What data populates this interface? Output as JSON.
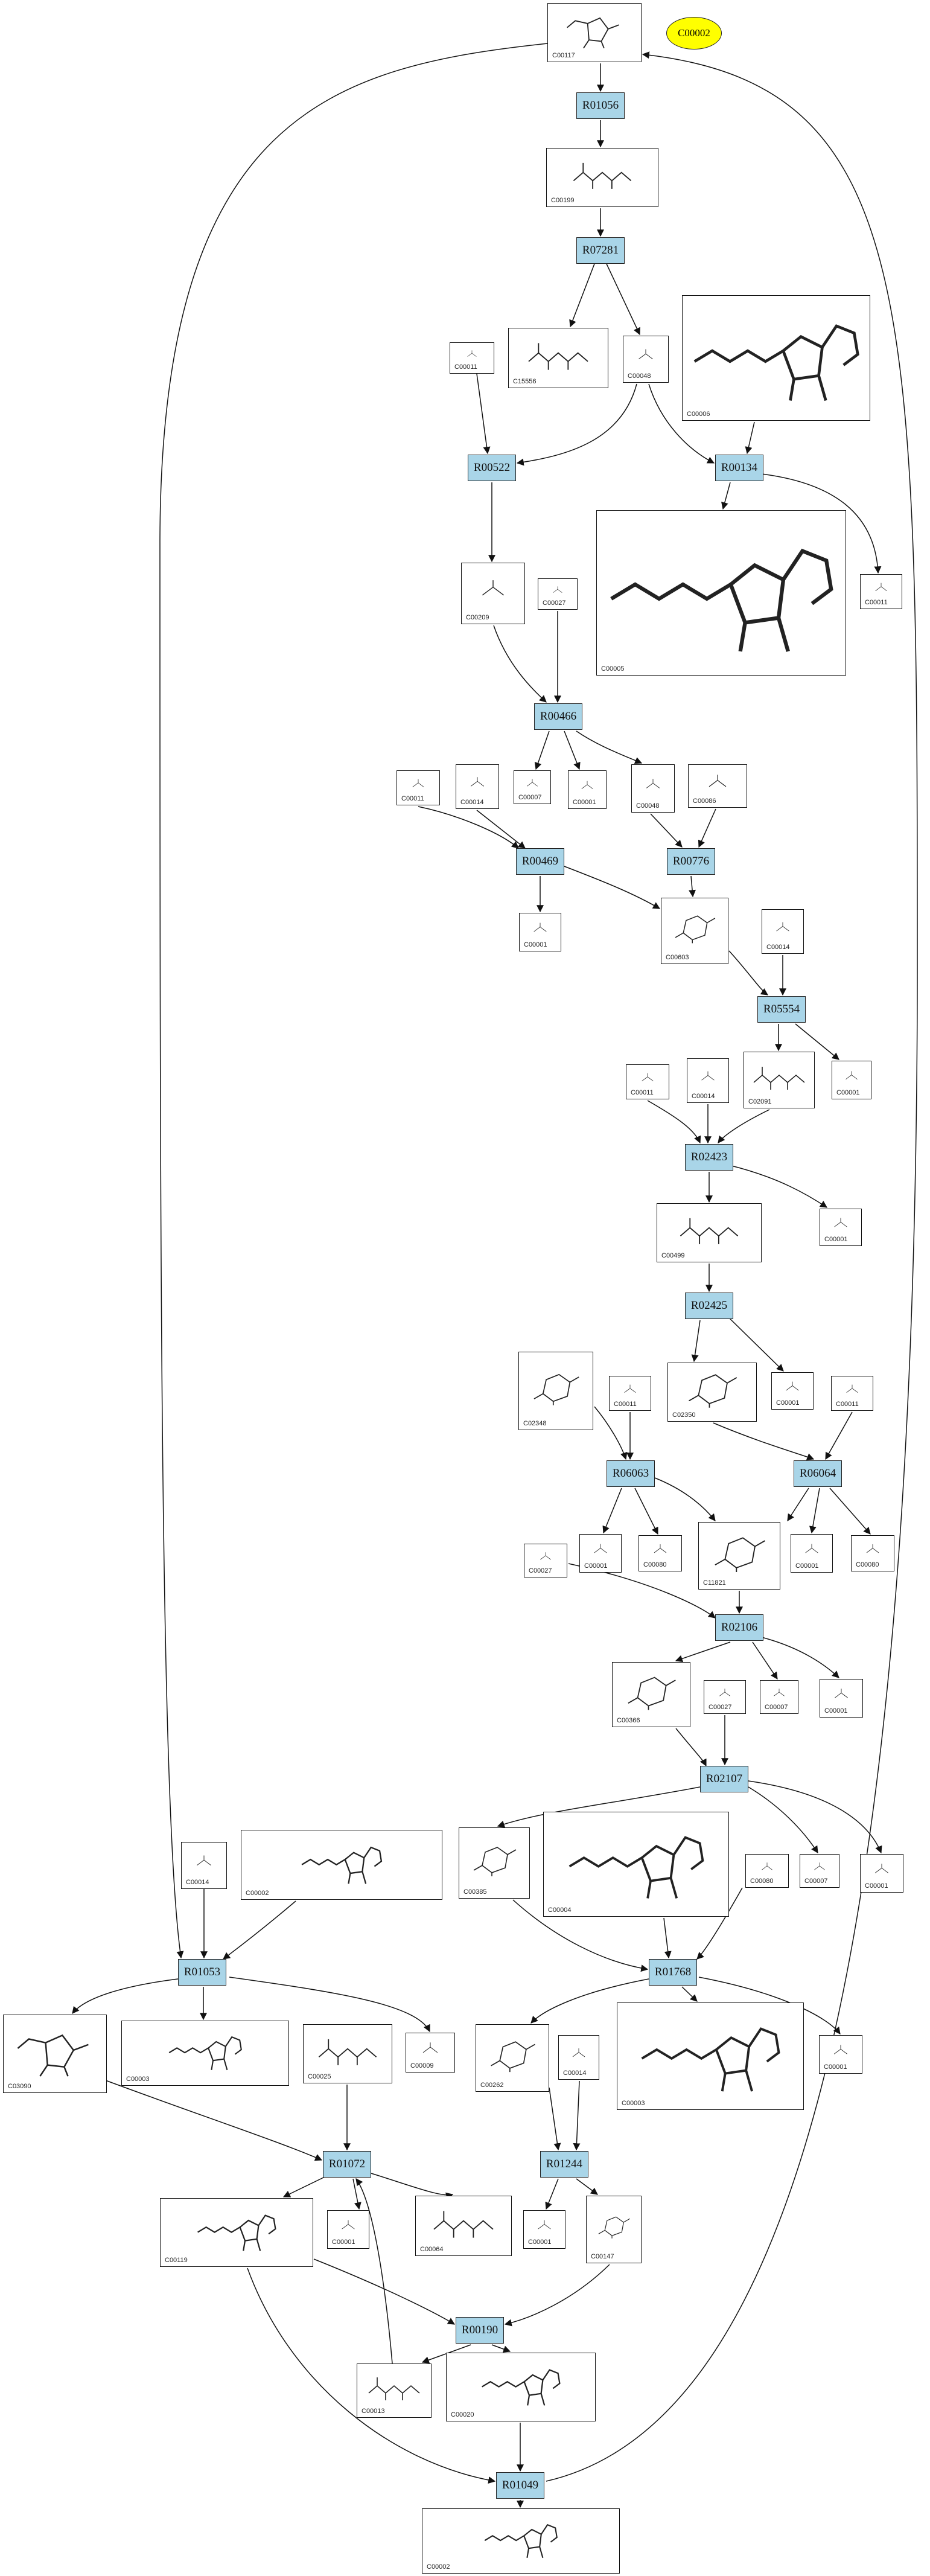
{
  "start_node": {
    "label": "C00002",
    "color": "#ffff00"
  },
  "reaction_color": "#a9d5e8",
  "reactions": [
    {
      "id": "r01056",
      "label": "R01056"
    },
    {
      "id": "r07281",
      "label": "R07281"
    },
    {
      "id": "r00522",
      "label": "R00522"
    },
    {
      "id": "r00134",
      "label": "R00134"
    },
    {
      "id": "r00466",
      "label": "R00466"
    },
    {
      "id": "r00469",
      "label": "R00469"
    },
    {
      "id": "r00776",
      "label": "R00776"
    },
    {
      "id": "r05554",
      "label": "R05554"
    },
    {
      "id": "r02423",
      "label": "R02423"
    },
    {
      "id": "r02425",
      "label": "R02425"
    },
    {
      "id": "r06063",
      "label": "R06063"
    },
    {
      "id": "r06064",
      "label": "R06064"
    },
    {
      "id": "r02106",
      "label": "R02106"
    },
    {
      "id": "r02107",
      "label": "R02107"
    },
    {
      "id": "r01053",
      "label": "R01053"
    },
    {
      "id": "r01768",
      "label": "R01768"
    },
    {
      "id": "r01072",
      "label": "R01072"
    },
    {
      "id": "r01244",
      "label": "R01244"
    },
    {
      "id": "r00190",
      "label": "R00190"
    },
    {
      "id": "r01049",
      "label": "R01049"
    }
  ],
  "compounds": [
    {
      "id": "c00117a",
      "label": "C00117",
      "type": "sugar"
    },
    {
      "id": "c00199",
      "label": "C00199",
      "type": "chain"
    },
    {
      "id": "c15556",
      "label": "C15556",
      "type": "chain"
    },
    {
      "id": "c00048a",
      "label": "C00048",
      "type": "small"
    },
    {
      "id": "c00011a",
      "label": "C00011",
      "type": "small"
    },
    {
      "id": "c00006",
      "label": "C00006",
      "type": "nucleotide"
    },
    {
      "id": "c00005",
      "label": "C00005",
      "type": "nucleotide"
    },
    {
      "id": "c00011b",
      "label": "C00011",
      "type": "small"
    },
    {
      "id": "c00209",
      "label": "C00209",
      "type": "small"
    },
    {
      "id": "c00027a",
      "label": "C00027",
      "type": "small"
    },
    {
      "id": "c00007a",
      "label": "C00007",
      "type": "small"
    },
    {
      "id": "c00001a",
      "label": "C00001",
      "type": "small"
    },
    {
      "id": "c00048b",
      "label": "C00048",
      "type": "small"
    },
    {
      "id": "c00011c",
      "label": "C00011",
      "type": "small"
    },
    {
      "id": "c00014a",
      "label": "C00014",
      "type": "small"
    },
    {
      "id": "c00086",
      "label": "C00086",
      "type": "small"
    },
    {
      "id": "c00001b",
      "label": "C00001",
      "type": "small"
    },
    {
      "id": "c00603",
      "label": "C00603",
      "type": "ring"
    },
    {
      "id": "c00014b",
      "label": "C00014",
      "type": "small"
    },
    {
      "id": "c00001c",
      "label": "C00001",
      "type": "small"
    },
    {
      "id": "c02091",
      "label": "C02091",
      "type": "chain"
    },
    {
      "id": "c00011d",
      "label": "C00011",
      "type": "small"
    },
    {
      "id": "c00014c",
      "label": "C00014",
      "type": "small"
    },
    {
      "id": "c00001d",
      "label": "C00001",
      "type": "small"
    },
    {
      "id": "c00499",
      "label": "C00499",
      "type": "chain"
    },
    {
      "id": "c02348",
      "label": "C02348",
      "type": "ring"
    },
    {
      "id": "c00011e",
      "label": "C00011",
      "type": "small"
    },
    {
      "id": "c02350",
      "label": "C02350",
      "type": "ring"
    },
    {
      "id": "c00001e",
      "label": "C00001",
      "type": "small"
    },
    {
      "id": "c00011f",
      "label": "C00011",
      "type": "small"
    },
    {
      "id": "c00001f",
      "label": "C00001",
      "type": "small"
    },
    {
      "id": "c00080a",
      "label": "C00080",
      "type": "small"
    },
    {
      "id": "c11821",
      "label": "C11821",
      "type": "ring"
    },
    {
      "id": "c00001g",
      "label": "C00001",
      "type": "small"
    },
    {
      "id": "c00080b",
      "label": "C00080",
      "type": "small"
    },
    {
      "id": "c00027b",
      "label": "C00027",
      "type": "small"
    },
    {
      "id": "c00366",
      "label": "C00366",
      "type": "ring"
    },
    {
      "id": "c00027c",
      "label": "C00027",
      "type": "small"
    },
    {
      "id": "c00007b",
      "label": "C00007",
      "type": "small"
    },
    {
      "id": "c00001h",
      "label": "C00001",
      "type": "small"
    },
    {
      "id": "c00014d",
      "label": "C00014",
      "type": "small"
    },
    {
      "id": "c00002a",
      "label": "C00002",
      "type": "nucleotide"
    },
    {
      "id": "c00385",
      "label": "C00385",
      "type": "ring"
    },
    {
      "id": "c00004",
      "label": "C00004",
      "type": "nucleotide"
    },
    {
      "id": "c00080c",
      "label": "C00080",
      "type": "small"
    },
    {
      "id": "c00007c",
      "label": "C00007",
      "type": "small"
    },
    {
      "id": "c00001i",
      "label": "C00001",
      "type": "small"
    },
    {
      "id": "c03090",
      "label": "C03090",
      "type": "sugar"
    },
    {
      "id": "c00003a",
      "label": "C00003",
      "type": "nucleotide"
    },
    {
      "id": "c00025",
      "label": "C00025",
      "type": "chain"
    },
    {
      "id": "c00009",
      "label": "C00009",
      "type": "small"
    },
    {
      "id": "c00262",
      "label": "C00262",
      "type": "ring"
    },
    {
      "id": "c00003b",
      "label": "C00003",
      "type": "nucleotide"
    },
    {
      "id": "c00001j",
      "label": "C00001",
      "type": "small"
    },
    {
      "id": "c00014e",
      "label": "C00014",
      "type": "small"
    },
    {
      "id": "c00119",
      "label": "C00119",
      "type": "nucleotide"
    },
    {
      "id": "c00001k",
      "label": "C00001",
      "type": "small"
    },
    {
      "id": "c00064",
      "label": "C00064",
      "type": "chain"
    },
    {
      "id": "c00001l",
      "label": "C00001",
      "type": "small"
    },
    {
      "id": "c00147",
      "label": "C00147",
      "type": "ring"
    },
    {
      "id": "c00013",
      "label": "C00013",
      "type": "chain"
    },
    {
      "id": "c00020",
      "label": "C00020",
      "type": "nucleotide"
    },
    {
      "id": "c00002b",
      "label": "C00002",
      "type": "nucleotide"
    }
  ]
}
